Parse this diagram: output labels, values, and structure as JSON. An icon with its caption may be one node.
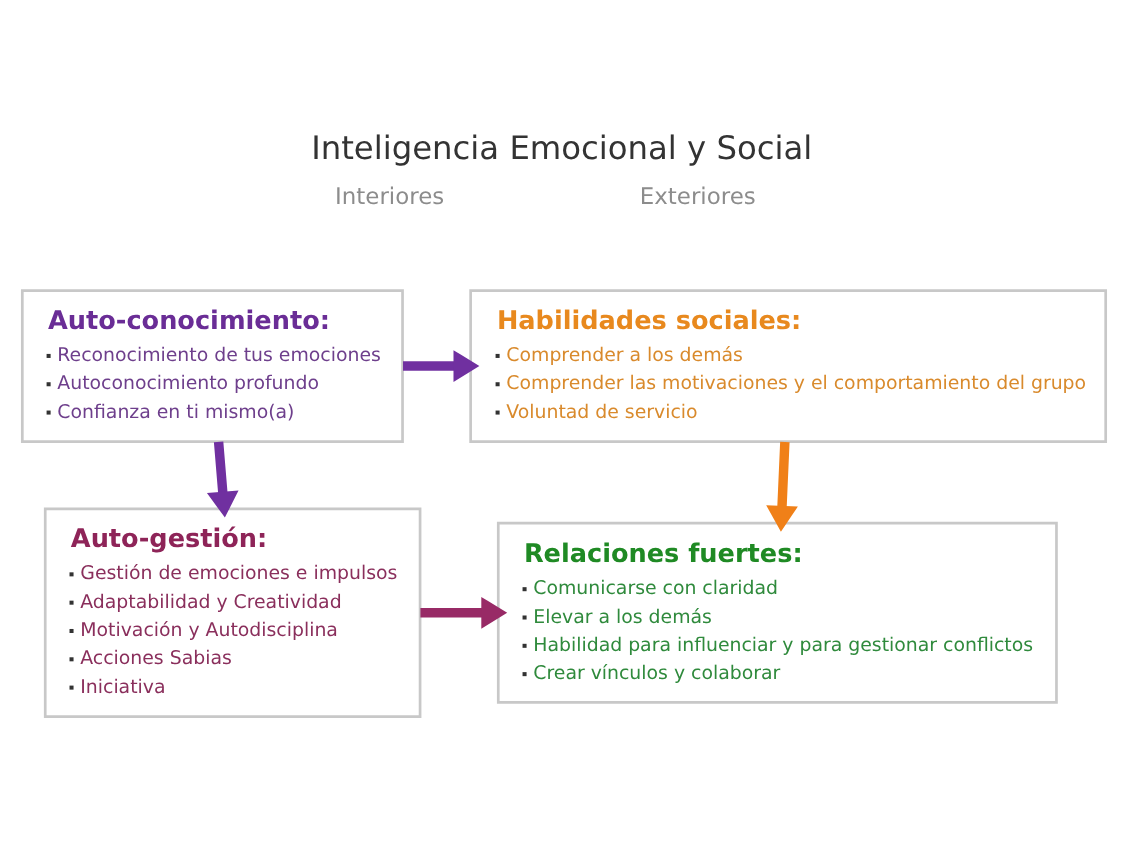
{
  "diagram": {
    "title": "Inteligencia Emocional y Social",
    "nodes": [
      {
        "text": [
          "Auto-conocimiento:",
          "Reconocimiento de tus emociones",
          "Autoconocimiento profundo",
          "Confianza en ti mismo(a)"
        ]
      },
      {
        "text": [
          "Habilidades sociales:",
          "Comprender a los demás",
          "Comprender las motivaciones y el comportamiento del grupo",
          "Voluntad de servicio"
        ]
      },
      {
        "text": [
          "Auto-gestión:",
          "Gestión de emociones e impulsos",
          "Adaptabilidad y Creatividad",
          "Motivación y Autodisciplina",
          "Acciones Sabias",
          "Iniciativa"
        ]
      },
      {
        "text": [
          "Relaciones fuertes:",
          "Comunicarse con claridad",
          "Elevar a los demás",
          "Habilidad para influenciar y para gestionar conflictos",
          "Crear vínculos y colaborar"
        ]
      }
    ],
    "edges": [
      {
        "from": 0,
        "to": 1,
        "arrow": "to",
        "color": "#7030a0"
      },
      {
        "from": 0,
        "to": 2,
        "arrow": "to",
        "color": "#7030a0"
      },
      {
        "from": 1,
        "to": 3,
        "arrow": "to",
        "color": "#f08018"
      },
      {
        "from": 2,
        "to": 3,
        "arrow": "to",
        "color": "#982a66"
      }
    ],
    "labels": [
      "Interiores",
      "Exteriores"
    ]
  }
}
